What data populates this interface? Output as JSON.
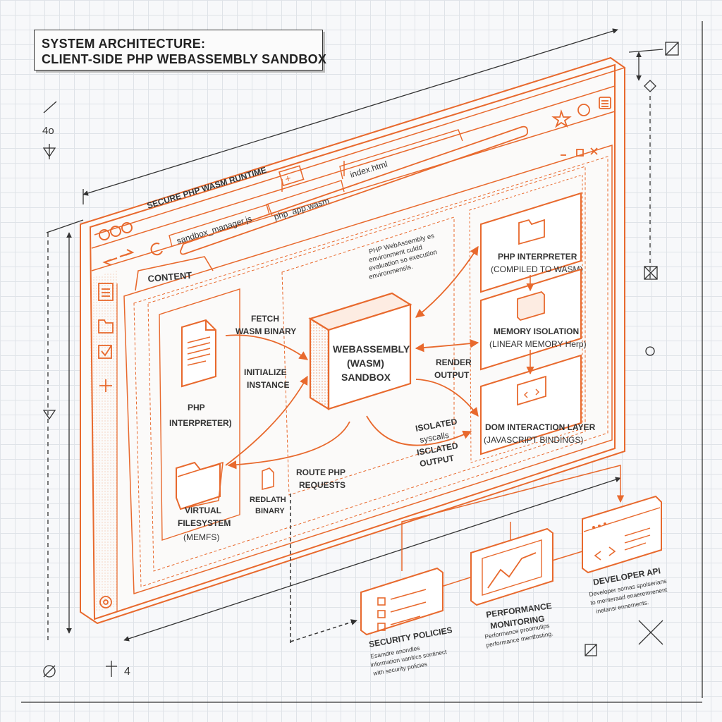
{
  "title": {
    "line1": "SYSTEM ARCHITECTURE:",
    "line2": "CLIENT-SIDE PHP WEBASSEMBLY SANDBOX"
  },
  "browser": {
    "tabs": [
      "SECURE PHP WASM RUNTIME",
      "index.html",
      "php_app.wasm",
      "sandbox_manager.js"
    ],
    "new_tab_label": "+",
    "window_controls": "_ □ X"
  },
  "content": {
    "label": "CONTENT",
    "php_file": {
      "line1": "PHP",
      "line2": "INTERPRETER)"
    },
    "vfs": {
      "line1": "VIRTUAL",
      "line2": "FILESYSTEM",
      "line3": "(MEMFS)"
    },
    "fetch": {
      "line1": "FETCH",
      "line2": "WASM BINARY"
    },
    "init": {
      "line1": "INITIALIZE",
      "line2": "INSTANCE"
    },
    "redlath": {
      "line1": "REDLATH",
      "line2": "BINARY"
    },
    "route": {
      "line1": "ROUTE PHP",
      "line2": "REQUESTS"
    },
    "wasm_note": [
      "PHP WebAssembly es",
      "environment culdd",
      "evaluation so execution",
      "environmensis."
    ],
    "sandbox": {
      "line1": "WEBASSEMBLY",
      "line2": "(WASM)",
      "line3": "SANDBOX"
    },
    "render": {
      "line1": "RENDER",
      "line2": "OUTPUT"
    },
    "isolated_sys": {
      "line1": "ISOLATED",
      "line2": "syscalls"
    },
    "isolated_out": {
      "line1": "ISCLATED",
      "line2": "OUTPUT"
    }
  },
  "right_panels": [
    {
      "line1": "PHP INTERPRETER",
      "line2": "(COMPILED TO WASM)",
      "icon": "folder-icon"
    },
    {
      "line1": "MEMORY ISOLATION",
      "line2": "(LINEAR MEMORY Herp)",
      "icon": "memory-block-icon"
    },
    {
      "line1": "DOM INTERACTION LAYER",
      "line2": "(JAVASCRIPT BINDINGS)",
      "icon": "code-window-icon"
    }
  ],
  "external": {
    "security": {
      "title": "SECURITY POLICIES",
      "desc": [
        "Esamdre anondles",
        "information uanitics sontinect",
        "with security policies"
      ]
    },
    "performance": {
      "title1": "PERFORMANCE",
      "title2": "MONITORING",
      "desc": [
        "Performance proomutips",
        "performance mentfosting."
      ]
    },
    "devapi": {
      "title": "DEVELOPER API",
      "desc": [
        "Developer somas spolserians",
        "to menteraad enaeremrenent",
        "inelansi ennements."
      ]
    }
  },
  "margin_marks": {
    "left_a": "4o",
    "bottom_a": "4"
  },
  "colors": {
    "accent": "#e8692d",
    "ink": "#333333",
    "grid": "#dfe3e8",
    "paper": "#f7f8fa"
  }
}
